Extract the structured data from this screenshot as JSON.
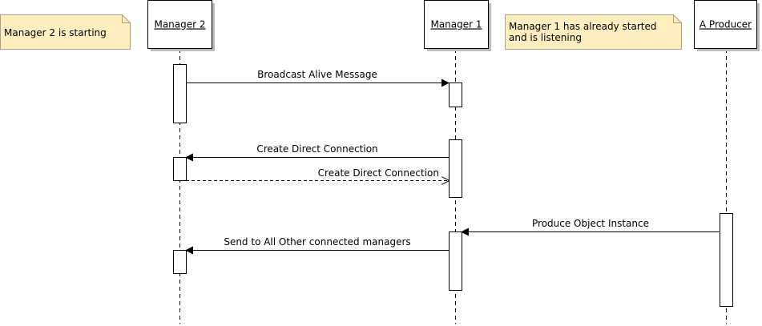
{
  "colors": {
    "line": "#000000",
    "box_fill": "#ffffff",
    "note_fill": "#ffeec0",
    "note_stroke": "#b0a080",
    "shadow": "#bbbbbb"
  },
  "participants": [
    {
      "id": "manager2",
      "label": "Manager 2"
    },
    {
      "id": "manager1",
      "label": "Manager 1"
    },
    {
      "id": "producer",
      "label": "A Producer"
    }
  ],
  "notes": [
    {
      "id": "note-manager2-starting",
      "lines": [
        "Manager 2 is starting"
      ]
    },
    {
      "id": "note-manager1-listening",
      "lines": [
        "Manager 1 has already started",
        "and is listening"
      ]
    }
  ],
  "messages": [
    {
      "id": "broadcast-alive",
      "label": "Broadcast Alive Message",
      "from": "manager2",
      "to": "manager1",
      "style": "sync"
    },
    {
      "id": "create-direct-connection",
      "label": "Create Direct Connection",
      "from": "manager1",
      "to": "manager2",
      "style": "sync"
    },
    {
      "id": "create-direct-connection-reply",
      "label": "Create Direct Connection",
      "from": "manager2",
      "to": "manager1",
      "style": "reply"
    },
    {
      "id": "produce-object-instance",
      "label": "Produce Object Instance",
      "from": "producer",
      "to": "manager1",
      "style": "sync"
    },
    {
      "id": "send-to-all-managers",
      "label": "Send to All Other connected managers",
      "from": "manager1",
      "to": "manager2",
      "style": "sync"
    }
  ]
}
